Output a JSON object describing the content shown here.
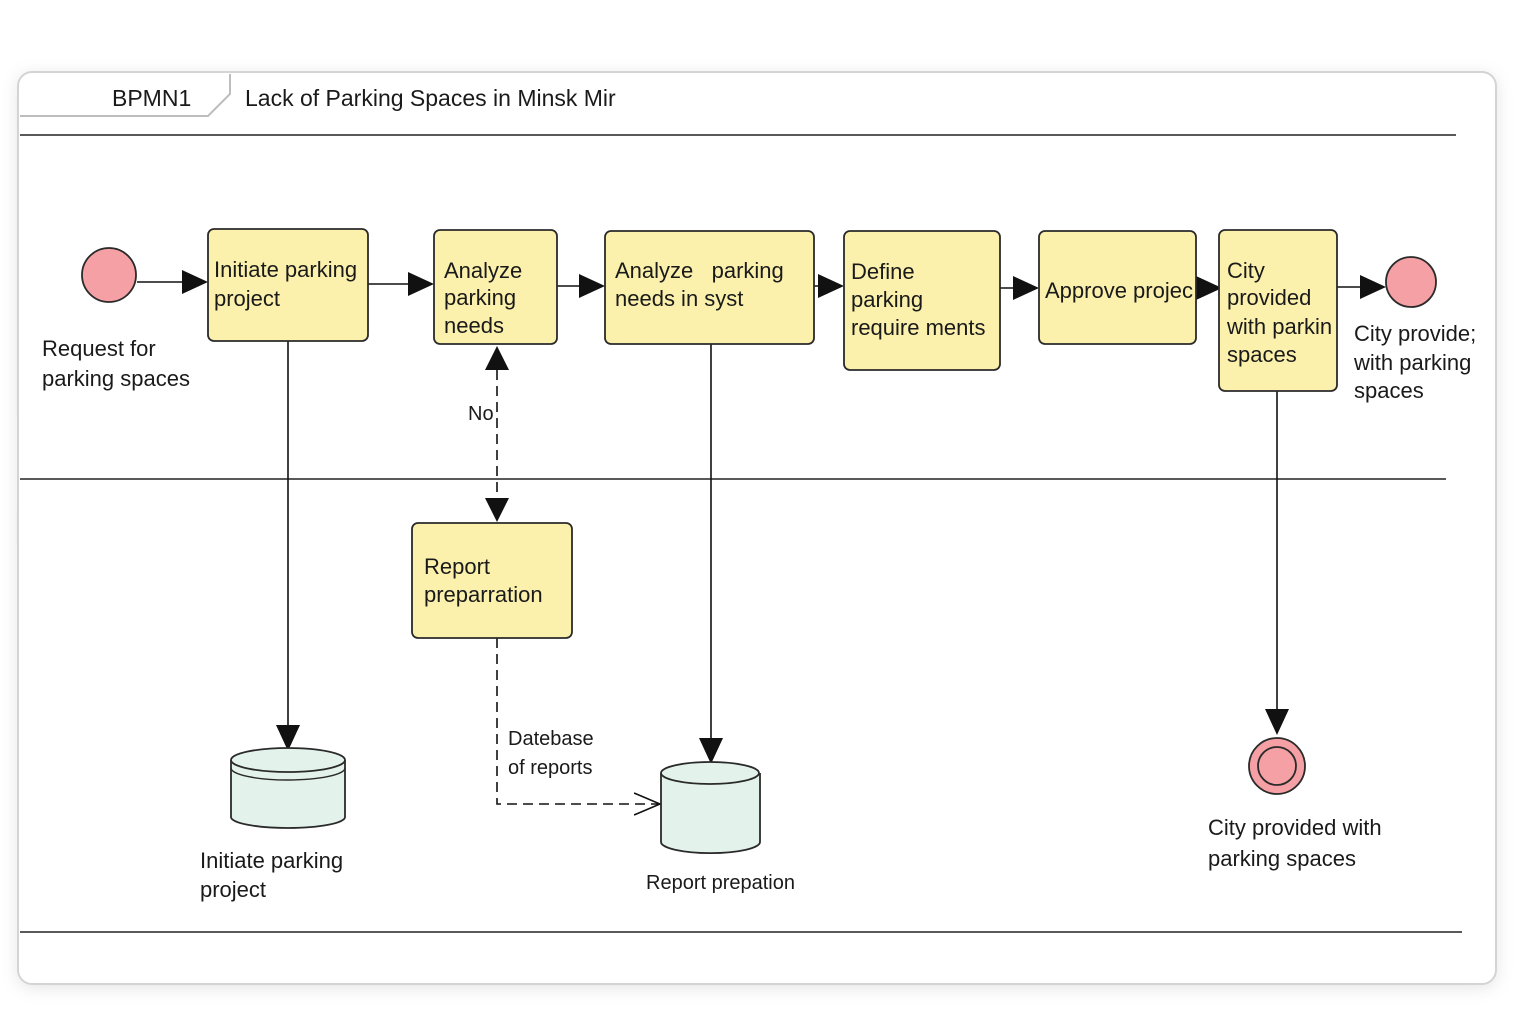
{
  "header": {
    "diagram_id": "BPMN1",
    "title": "Lack of Parking Spaces in Minsk Mir"
  },
  "events": {
    "start_label": [
      "Request for",
      "parking spaces"
    ],
    "end_label": [
      "City provide;",
      "with parking",
      "spaces"
    ],
    "final_label": [
      "City provided with",
      "parking spaces"
    ]
  },
  "tasks": {
    "initiate": [
      "Initiate parking",
      "project"
    ],
    "analyze": [
      "Analyze",
      "parking",
      "needs"
    ],
    "analyze_syst": [
      "Analyze   parking",
      "needs in syst"
    ],
    "define": [
      "Define",
      "parking",
      "require ments"
    ],
    "approve": [
      "Approve projec"
    ],
    "city": [
      "City",
      "provided",
      "with parkin",
      "spaces"
    ],
    "report": [
      "Report",
      "preparration"
    ]
  },
  "flows": {
    "no_label": "No"
  },
  "data_stores": {
    "initiate_store": [
      "Initiate parking",
      "project"
    ],
    "report_store": [
      "Report prepation"
    ],
    "database_label": [
      "Datebase",
      "of reports"
    ]
  },
  "colors": {
    "task_fill": "#fbf1ac",
    "event_fill": "#f4a0a4",
    "store_fill": "#e3f3ec",
    "stroke": "#2a2a2a"
  }
}
